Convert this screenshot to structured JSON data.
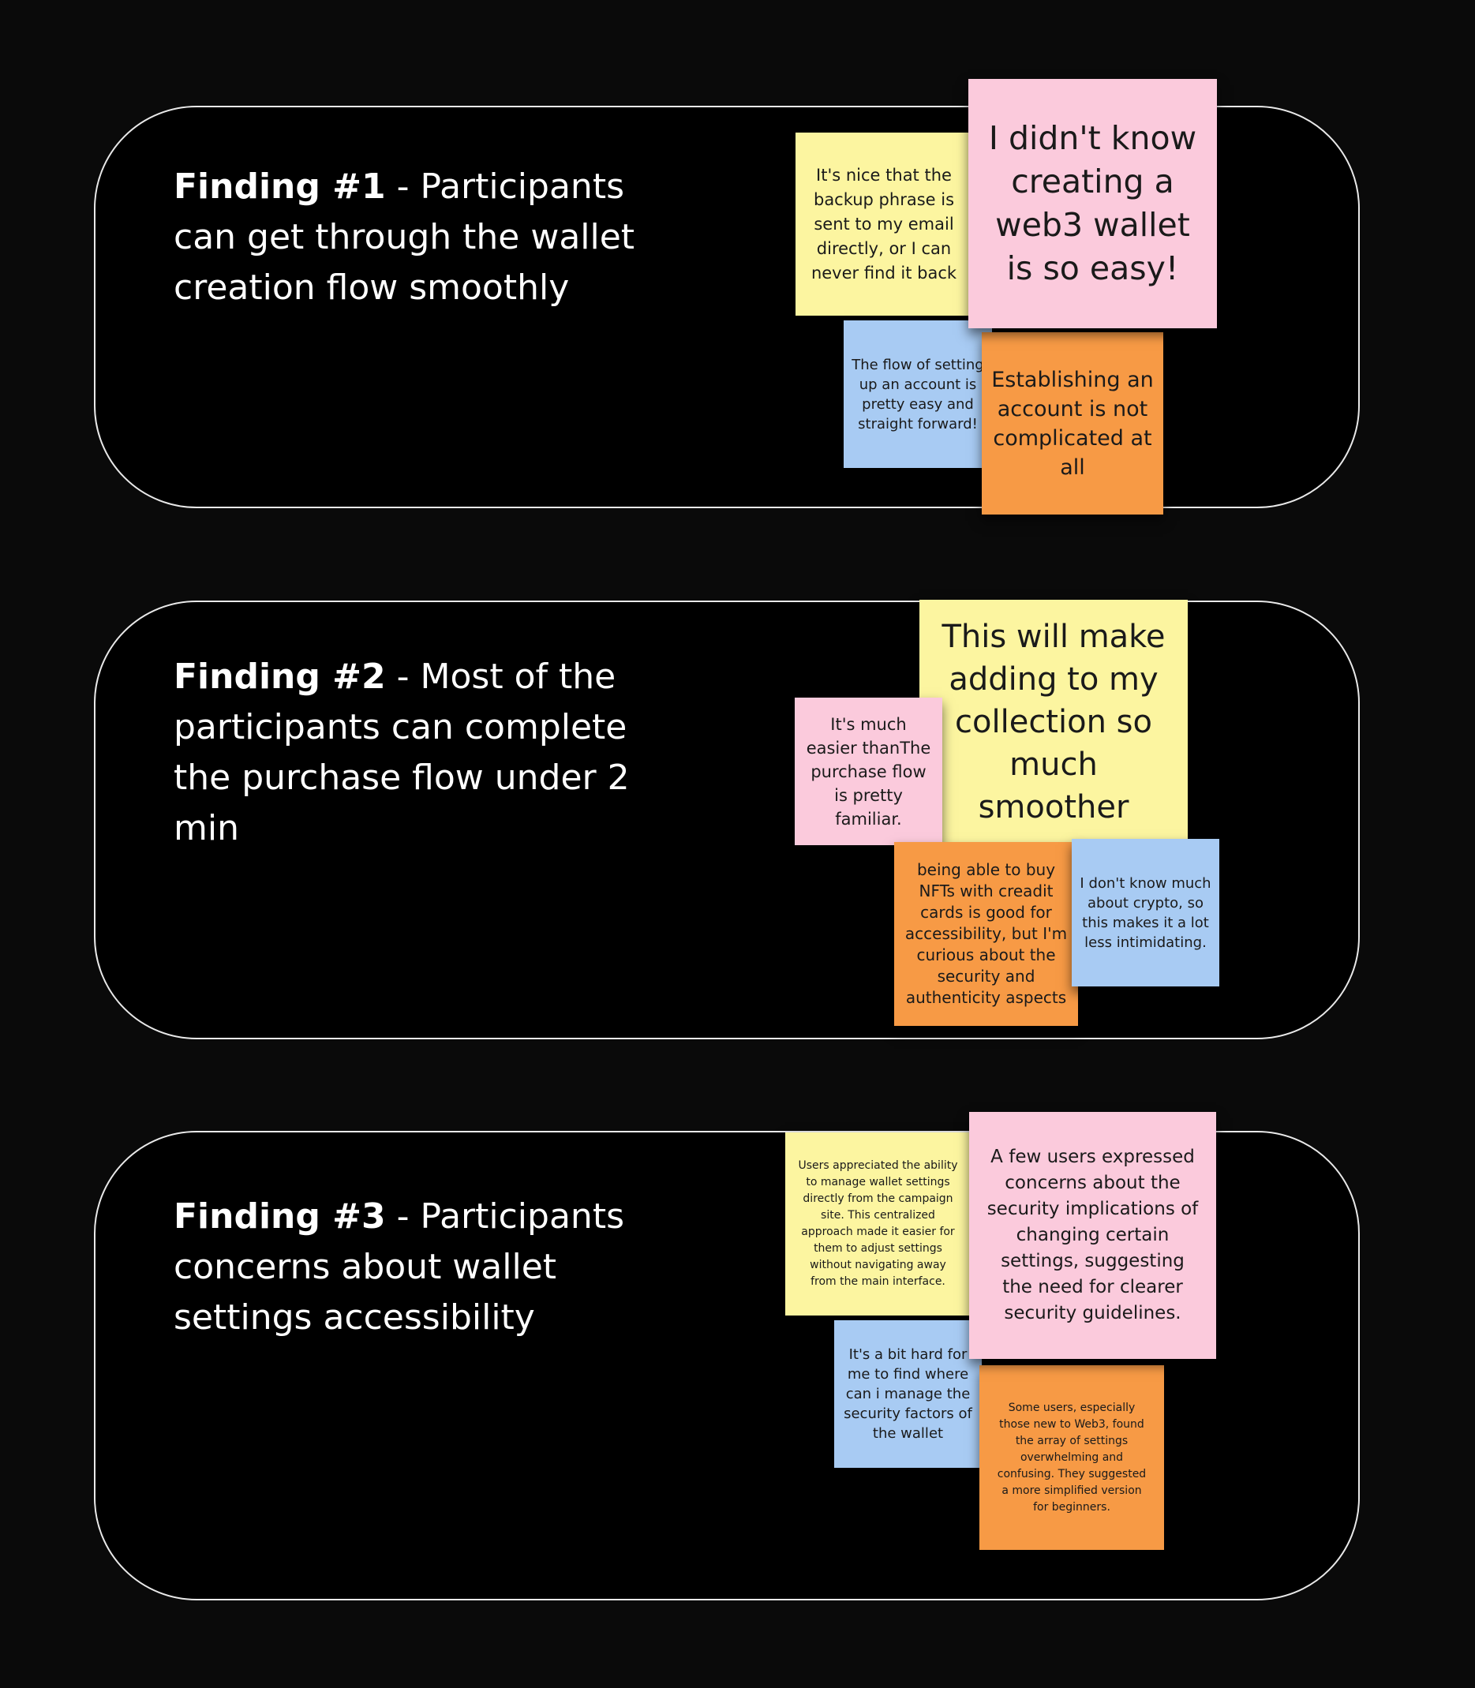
{
  "findings": [
    {
      "label": "Finding #1",
      "separator": " - ",
      "text": "Participants can get through the wallet creation flow smoothly",
      "notes": [
        {
          "color": "yellow",
          "text": "It's nice that the backup phrase is sent to my email directly, or I can never find it back"
        },
        {
          "color": "pink",
          "text": "I didn't know creating a web3 wallet is so easy!"
        },
        {
          "color": "blue",
          "text": "The flow of setting up an account is pretty easy and straight forward!"
        },
        {
          "color": "orange",
          "text": "Establishing an account is not complicated at all"
        }
      ]
    },
    {
      "label": "Finding #2",
      "separator": " - ",
      "text": "Most of the participants can complete the purchase flow under 2 min",
      "notes": [
        {
          "color": "yellow",
          "text": "This will make adding to my collection so much smoother"
        },
        {
          "color": "pink",
          "text": "It's much easier thanThe purchase flow is pretty familiar."
        },
        {
          "color": "orange",
          "text": "being able to buy NFTs with creadit cards is good for accessibility, but I'm curious about the security and authenticity aspects"
        },
        {
          "color": "blue",
          "text": "I don't know much about crypto, so this makes it a lot less intimidating."
        }
      ]
    },
    {
      "label": "Finding #3",
      "separator": " - ",
      "text": "Participants concerns about wallet settings accessibility",
      "notes": [
        {
          "color": "yellow",
          "text": "Users appreciated the ability to manage wallet settings directly from the campaign site. This centralized approach made it easier for them to adjust settings without navigating away from the main interface."
        },
        {
          "color": "pink",
          "text": "A few users expressed concerns about the security implications of changing certain settings, suggesting the need for clearer security guidelines."
        },
        {
          "color": "blue",
          "text": "It's a bit hard for me to find where can i manage the security factors of the wallet"
        },
        {
          "color": "orange",
          "text": "Some users, especially those new to Web3, found the array of settings overwhelming and confusing. They suggested a more simplified version for beginners."
        }
      ]
    }
  ],
  "colors": {
    "background": "#0a0a0a",
    "card_border": "#e9e9e9",
    "yellow": "#fcf5a0",
    "pink": "#fbcadc",
    "blue": "#a8cbf3",
    "orange": "#f79a45"
  }
}
